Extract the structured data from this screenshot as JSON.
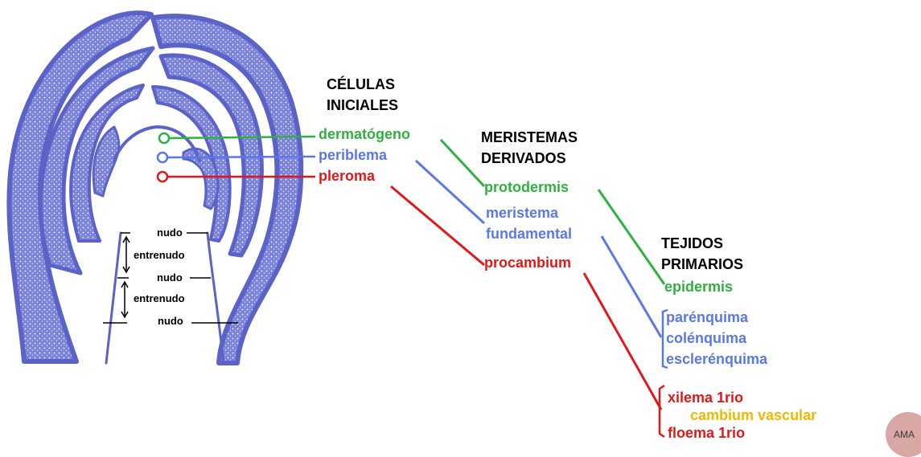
{
  "headers": {
    "initial_cells": [
      "CÉLULAS",
      "INICIALES"
    ],
    "derived_meristems": [
      "MERISTEMAS",
      "DERIVADOS"
    ],
    "primary_tissues": [
      "TEJIDOS",
      "PRIMARIOS"
    ]
  },
  "initial_cells": {
    "dermatogen": "dermatógeno",
    "periblem": "periblema",
    "plerome": "pleroma"
  },
  "meristems": {
    "protoderm": "protodermis",
    "ground_meristem": [
      "meristema",
      "fundamental"
    ],
    "procambium": "procambium"
  },
  "tissues": {
    "epidermis": "epidermis",
    "ground": [
      "parénquima",
      "colénquima",
      "esclerénquima"
    ],
    "vascular": {
      "xylem": "xilema 1rio",
      "cambium": "cambium vascular",
      "phloem": "floema 1rio"
    }
  },
  "apex_labels": {
    "node": "nudo",
    "internode": "entrenudo"
  },
  "watermark": "AMA",
  "colors": {
    "green": "#30b040",
    "blue": "#5a78e8",
    "red": "#e01818",
    "yellow": "#f2b800",
    "tissue_purple": "#5c63c8"
  }
}
